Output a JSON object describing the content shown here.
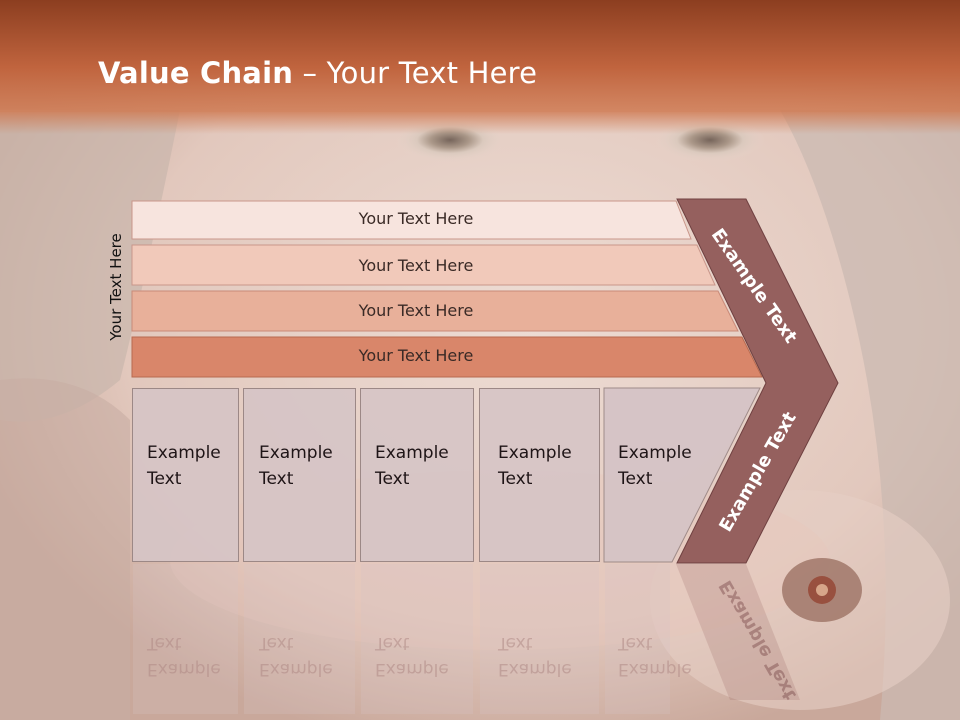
{
  "slide": {
    "title_bold": "Value Chain",
    "title_rest": " – Your Text Here"
  },
  "diagram": {
    "vertical_label": "Your Text Here",
    "rows": [
      "Your Text Here",
      "Your Text Here",
      "Your Text Here",
      "Your Text Here"
    ],
    "boxes": [
      {
        "line1": "Example",
        "line2": "Text"
      },
      {
        "line1": "Example",
        "line2": "Text"
      },
      {
        "line1": "Example",
        "line2": "Text"
      },
      {
        "line1": "Example",
        "line2": "Text"
      },
      {
        "line1": "Example",
        "line2": "Text"
      }
    ],
    "chevron_top_label": "Example Text",
    "chevron_bottom_label": "Example Text"
  },
  "colors": {
    "header": "#b8603a",
    "row1": "#f7e4de",
    "row2": "#f1c9ba",
    "row3": "#e8b09a",
    "row4": "#d9866a",
    "chevron": "#95605e",
    "box": "#d6c4c6"
  }
}
